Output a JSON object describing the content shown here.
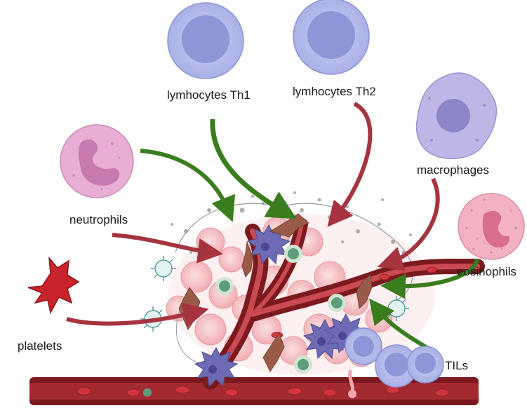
{
  "labels": {
    "th1": "lymhocytes Th1",
    "th2": "lymhocytes Th2",
    "macrophages": "macrophages",
    "neutrophils": "neutrophils",
    "eosinophils": "eosinophils",
    "platelets": "platelets",
    "tils": "TILs"
  },
  "colors": {
    "green_arrow": "#3a7d1e",
    "red_arrow": "#a5343f",
    "vessel": "#7a1a1e",
    "vessel_inner": "#c94a52",
    "lymphocyte": "#b7bde9",
    "lymphocyte_nucleus": "#8f96d8",
    "macrophage": "#bdb6e6",
    "neutrophil": "#e8aed4",
    "eosinophil": "#f3b2c4",
    "platelet": "#c9242c",
    "tumor_cell": "#f4c1c4",
    "fibroblast": "#9a5a48",
    "dendritic": "#6d6bb3",
    "green_cell": "#5e9c7a"
  }
}
